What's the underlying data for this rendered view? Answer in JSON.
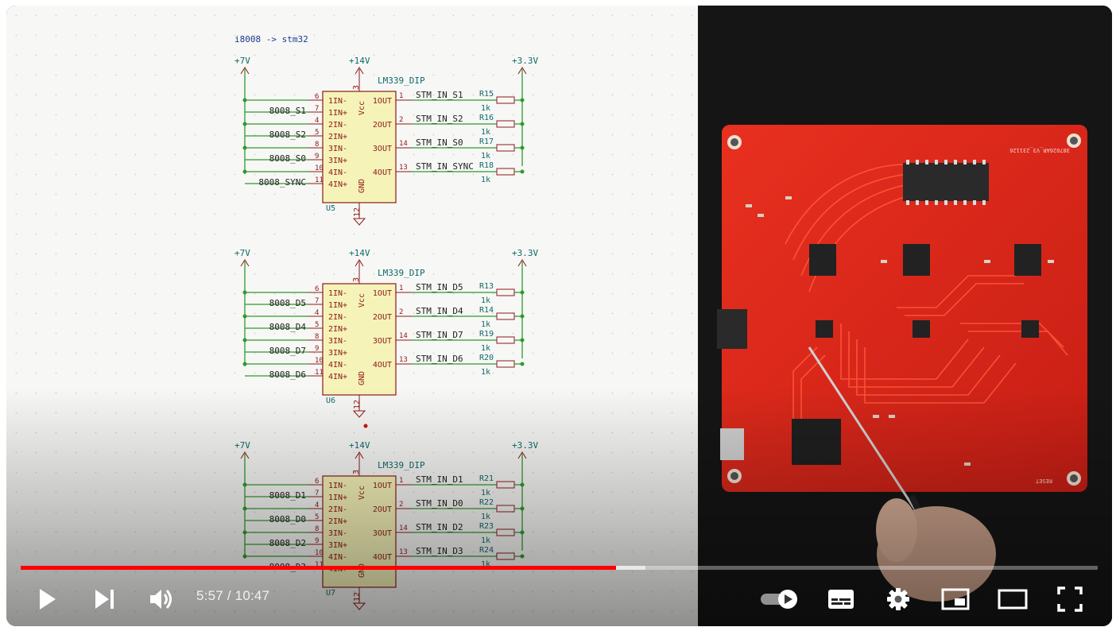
{
  "schematic": {
    "title": "i8008 -> stm32",
    "chips": [
      {
        "ref": "U5",
        "part": "LM339_DIP",
        "pin_names_left": [
          "1IN-",
          "1IN+",
          "2IN-",
          "2IN+",
          "3IN-",
          "3IN+",
          "4IN-",
          "4IN+"
        ],
        "pin_nums_left": [
          "6",
          "7",
          "4",
          "5",
          "8",
          "9",
          "10",
          "11"
        ],
        "in_labels": [
          "8008_S1",
          "8008_S2",
          "8008_S0",
          "8008_SYNC"
        ],
        "out_pins": [
          "1OUT",
          "2OUT",
          "3OUT",
          "4OUT"
        ],
        "out_nums": [
          "1",
          "2",
          "14",
          "13"
        ],
        "out_labels": [
          "STM_IN_S1",
          "STM_IN_S2",
          "STM_IN_S0",
          "STM_IN_SYNC"
        ],
        "resistors": [
          "R15",
          "R16",
          "R17",
          "R18"
        ]
      },
      {
        "ref": "U6",
        "part": "LM339_DIP",
        "pin_names_left": [
          "1IN-",
          "1IN+",
          "2IN-",
          "2IN+",
          "3IN-",
          "3IN+",
          "4IN-",
          "4IN+"
        ],
        "pin_nums_left": [
          "6",
          "7",
          "4",
          "5",
          "8",
          "9",
          "10",
          "11"
        ],
        "in_labels": [
          "8008_D5",
          "8008_D4",
          "8008_D7",
          "8008_D6"
        ],
        "out_pins": [
          "1OUT",
          "2OUT",
          "3OUT",
          "4OUT"
        ],
        "out_nums": [
          "1",
          "2",
          "14",
          "13"
        ],
        "out_labels": [
          "STM_IN_D5",
          "STM_IN_D4",
          "STM_IN_D7",
          "STM_IN_D6"
        ],
        "resistors": [
          "R13",
          "R14",
          "R19",
          "R20"
        ]
      },
      {
        "ref": "U7",
        "part": "LM339_DIP",
        "pin_names_left": [
          "1IN-",
          "1IN+",
          "2IN-",
          "2IN+",
          "3IN-",
          "3IN+",
          "4IN-",
          "4IN+"
        ],
        "pin_nums_left": [
          "6",
          "7",
          "4",
          "5",
          "8",
          "9",
          "10",
          "11"
        ],
        "in_labels": [
          "8008_D1",
          "8008_D0",
          "8008_D2",
          "8008_D3"
        ],
        "out_pins": [
          "1OUT",
          "2OUT",
          "3OUT",
          "4OUT"
        ],
        "out_nums": [
          "1",
          "2",
          "14",
          "13"
        ],
        "out_labels": [
          "STM_IN_D1",
          "STM_IN_D0",
          "STM_IN_D2",
          "STM_IN_D3"
        ],
        "resistors": [
          "R21",
          "R22",
          "R23",
          "R24"
        ]
      }
    ],
    "power_left": "+7V",
    "power_mid": "+14V",
    "power_right": "+3.3V",
    "vcc_label": "Vcc",
    "gnd_label": "GND",
    "resistor_value": "1k",
    "vcc_pin": "3",
    "gnd_pin": "12"
  },
  "photo": {
    "board_label": "387026AR_V3_231126",
    "reset_label": "RESET"
  },
  "player": {
    "current_time": "5:57",
    "separator": " / ",
    "duration": "10:47",
    "played_fraction": 0.553,
    "buffered_fraction": 0.58
  },
  "colors": {
    "progress_played": "#ff0000",
    "wire": "#2e9a2e",
    "chip_fill": "#f6f3b8",
    "chip_border": "#8b1a1a",
    "pcb": "#e0271c"
  },
  "icons": [
    "play-icon",
    "next-icon",
    "volume-icon",
    "autoplay-toggle-icon",
    "subtitles-icon",
    "settings-icon",
    "miniplayer-icon",
    "theater-mode-icon",
    "fullscreen-icon"
  ]
}
